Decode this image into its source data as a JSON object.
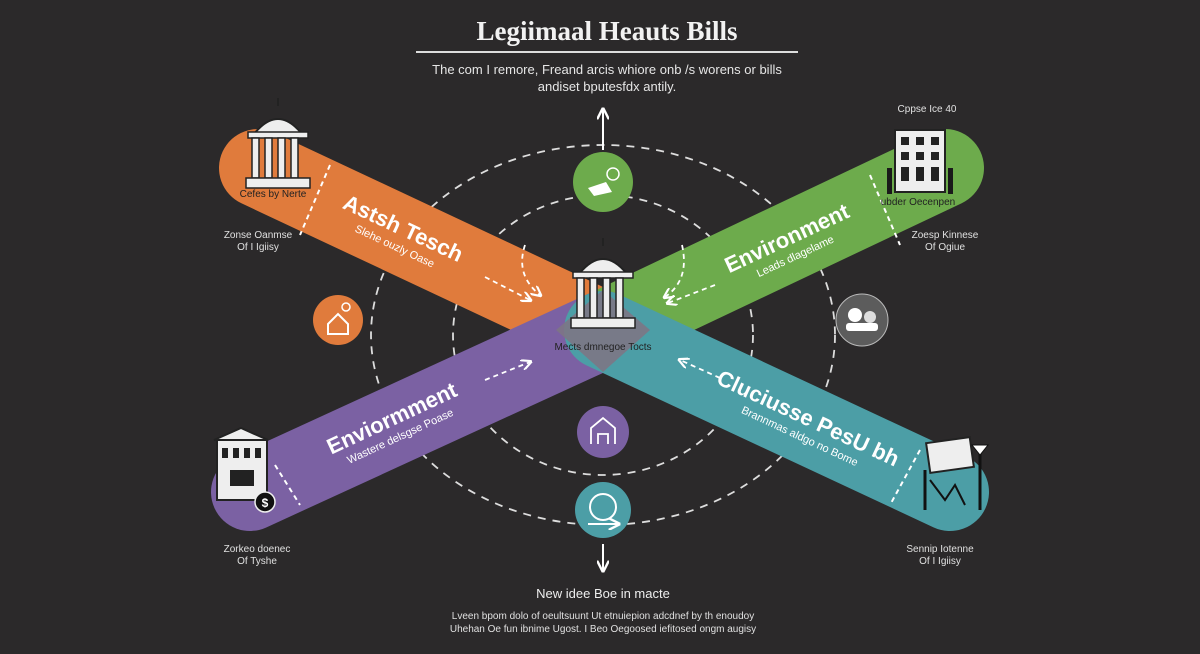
{
  "header": {
    "title": "Legiimaal Heauts Bills",
    "subtitle_line1": "The com I remore, Freand arcis whiore onb /s worens or bills",
    "subtitle_line2": "andiset bputesfdx antily."
  },
  "colors": {
    "background": "#2b292a",
    "orange": "#e07b3c",
    "green": "#6dab4c",
    "purple": "#7b61a3",
    "teal": "#4c9ea6",
    "gray": "#5c5c5c"
  },
  "center": {
    "label": "Mects dmnegoe Tocts",
    "icon": "capitol-building-icon"
  },
  "bands": {
    "orange": {
      "title": "Astsh Tesch",
      "subtitle": "Slehe ouzly Oase",
      "icon_caption": "Cefes by Nerte",
      "side_line1": "Zonse Oanmse",
      "side_line2": "Of I Igiisy"
    },
    "green": {
      "title": "Environment",
      "subtitle": "Leads dlagelame",
      "icon_caption": "ubder Oecenpen",
      "top_caption": "Cppse Ice 40",
      "side_line1": "Zoesp Kinnese",
      "side_line2": "Of Ogiue"
    },
    "purple": {
      "title": "Enviormment",
      "subtitle": "Wastere delsgse Poase",
      "side_line1": "Zorkeo doenec",
      "side_line2": "Of Tyshe"
    },
    "teal": {
      "title": "Cluciusse PesU bh",
      "subtitle": "Brannmas aldgo no Bome",
      "side_line1": "Sennip Iotenne",
      "side_line2": "Of I Igiisy"
    }
  },
  "footer": {
    "heading": "New idee Boe in macte",
    "line1": "Lveen bpom dolo of oeultsuunt Ut etnuiepion adcdnef by th enoudoy",
    "line2": "Uhehan Oe fun ibnime Ugost. I Beo Oegoosed iefitosed ongm augisy"
  }
}
